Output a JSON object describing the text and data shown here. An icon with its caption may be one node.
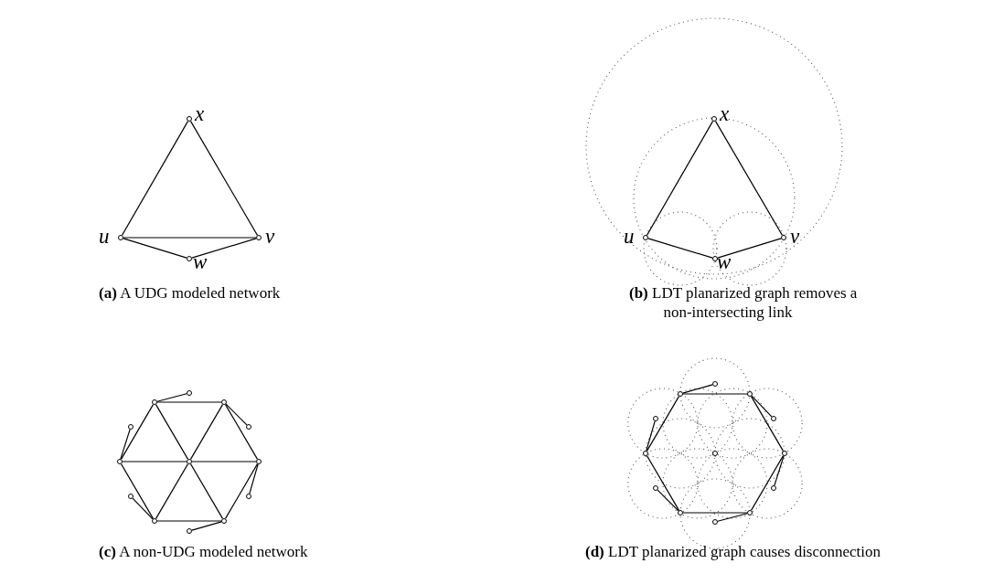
{
  "diagram": {
    "nodes": [
      {
        "text": [
          "x"
        ]
      },
      {
        "text": [
          "u"
        ]
      },
      {
        "text": [
          "v"
        ]
      },
      {
        "text": [
          "w"
        ]
      },
      {
        "text": [
          "x"
        ]
      },
      {
        "text": [
          "u"
        ]
      },
      {
        "text": [
          "v"
        ]
      },
      {
        "text": [
          "w"
        ]
      },
      {
        "text": [],
        "shape": "circle"
      },
      {
        "text": [],
        "shape": "circle"
      },
      {
        "text": [],
        "shape": "circle"
      },
      {
        "text": [],
        "shape": "circle"
      },
      {
        "text": [],
        "shape": "circle"
      },
      {
        "text": [],
        "shape": "circle"
      },
      {
        "text": [],
        "shape": "circle"
      },
      {
        "text": [],
        "shape": "circle"
      },
      {
        "text": [],
        "shape": "circle"
      },
      {
        "text": [],
        "shape": "circle"
      },
      {
        "text": [],
        "shape": "circle"
      },
      {
        "text": [],
        "shape": "circle"
      },
      {
        "text": [],
        "shape": "circle"
      },
      {
        "text": [],
        "shape": "circle"
      },
      {
        "text": [],
        "shape": "circle"
      },
      {
        "text": [],
        "shape": "circle"
      },
      {
        "text": [],
        "shape": "circle"
      },
      {
        "text": [],
        "shape": "circle"
      },
      {
        "text": [],
        "shape": "circle"
      },
      {
        "text": [],
        "shape": "circle"
      },
      {
        "text": [],
        "shape": "circle"
      },
      {
        "text": [],
        "shape": "circle"
      },
      {
        "text": [],
        "shape": "circle"
      },
      {
        "text": [],
        "shape": "circle"
      },
      {
        "text": [],
        "shape": "circle"
      },
      {
        "text": [],
        "shape": "circle"
      }
    ],
    "edges": [
      {
        "from": 0,
        "to": 1,
        "arrow": "none"
      },
      {
        "from": 0,
        "to": 2,
        "arrow": "none"
      },
      {
        "from": 1,
        "to": 2,
        "arrow": "none"
      },
      {
        "from": 1,
        "to": 3,
        "arrow": "none"
      },
      {
        "from": 3,
        "to": 2,
        "arrow": "none"
      },
      {
        "from": 4,
        "to": 5,
        "arrow": "none"
      },
      {
        "from": 4,
        "to": 6,
        "arrow": "none"
      },
      {
        "from": 5,
        "to": 7,
        "arrow": "none"
      },
      {
        "from": 7,
        "to": 6,
        "arrow": "none"
      },
      {
        "from": 9,
        "to": 10,
        "arrow": "none"
      },
      {
        "from": 10,
        "to": 11,
        "arrow": "none"
      },
      {
        "from": 11,
        "to": 12,
        "arrow": "none"
      },
      {
        "from": 12,
        "to": 13,
        "arrow": "none"
      },
      {
        "from": 13,
        "to": 14,
        "arrow": "none"
      },
      {
        "from": 14,
        "to": 9,
        "arrow": "none"
      },
      {
        "from": 8,
        "to": 9,
        "arrow": "none"
      },
      {
        "from": 8,
        "to": 10,
        "arrow": "none"
      },
      {
        "from": 8,
        "to": 11,
        "arrow": "none"
      },
      {
        "from": 8,
        "to": 12,
        "arrow": "none"
      },
      {
        "from": 8,
        "to": 13,
        "arrow": "none"
      },
      {
        "from": 8,
        "to": 14,
        "arrow": "none"
      },
      {
        "from": 15,
        "to": 9,
        "arrow": "none"
      },
      {
        "from": 16,
        "to": 10,
        "arrow": "none"
      },
      {
        "from": 17,
        "to": 14,
        "arrow": "none"
      },
      {
        "from": 18,
        "to": 11,
        "arrow": "none"
      },
      {
        "from": 19,
        "to": 13,
        "arrow": "none"
      },
      {
        "from": 20,
        "to": 12,
        "arrow": "none"
      },
      {
        "from": 22,
        "to": 23,
        "arrow": "none"
      },
      {
        "from": 23,
        "to": 24,
        "arrow": "none"
      },
      {
        "from": 24,
        "to": 25,
        "arrow": "none"
      },
      {
        "from": 25,
        "to": 26,
        "arrow": "none"
      },
      {
        "from": 26,
        "to": 27,
        "arrow": "none"
      },
      {
        "from": 27,
        "to": 22,
        "arrow": "none"
      },
      {
        "from": 28,
        "to": 22,
        "arrow": "none"
      },
      {
        "from": 29,
        "to": 23,
        "arrow": "none"
      },
      {
        "from": 30,
        "to": 27,
        "arrow": "none"
      },
      {
        "from": 31,
        "to": 24,
        "arrow": "none"
      },
      {
        "from": 32,
        "to": 26,
        "arrow": "none"
      },
      {
        "from": 33,
        "to": 25,
        "arrow": "none"
      }
    ],
    "labels": [
      "**(a)** A UDG modeled network",
      "**(b)** LDT planarized graph removes a non-intersecting link",
      "**(c)** A non-UDG modeled network",
      "**(d)** LDT planarized graph causes disconnection"
    ]
  }
}
